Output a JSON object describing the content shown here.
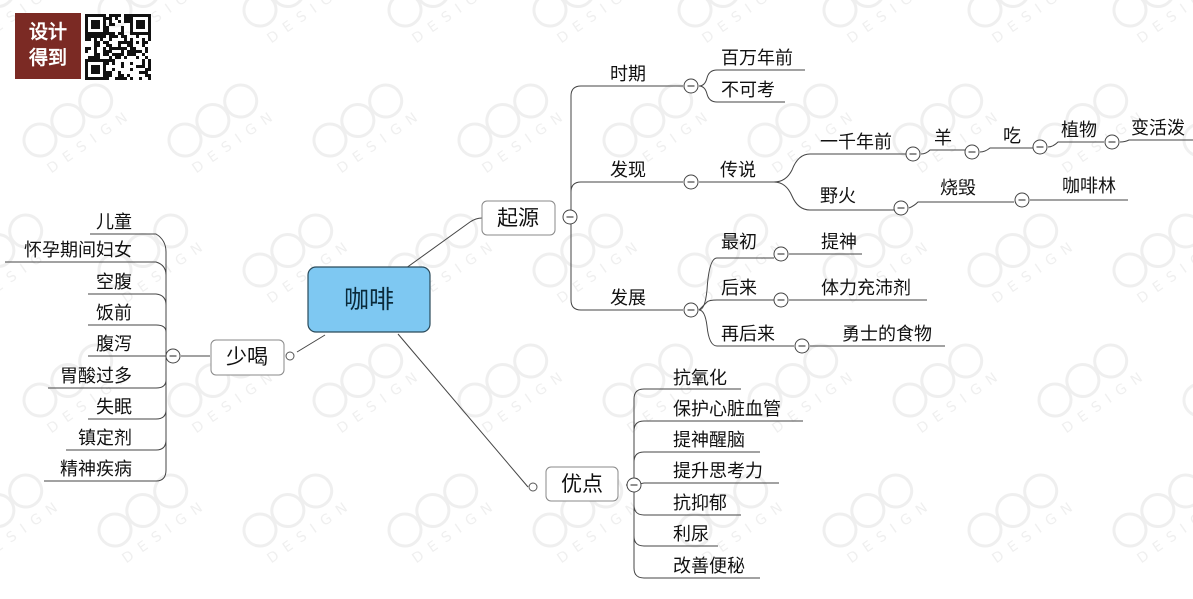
{
  "brand": {
    "line1": "设计",
    "line2": "得到"
  },
  "center": {
    "label": "咖啡",
    "color": "#7ec8f2"
  },
  "origin": {
    "label": "起源",
    "period": {
      "label": "时期",
      "items": [
        "百万年前",
        "不可考"
      ]
    },
    "discovery": {
      "label": "发现",
      "legend": "传说",
      "story1": [
        "一千年前",
        "羊",
        "吃",
        "植物",
        "变活泼"
      ],
      "story2": [
        "野火",
        "烧毁",
        "咖啡林"
      ]
    },
    "development": {
      "label": "发展",
      "stages": [
        {
          "when": "最初",
          "what": "提神"
        },
        {
          "when": "后来",
          "what": "体力充沛剂"
        },
        {
          "when": "再后来",
          "what": "勇士的食物"
        }
      ]
    }
  },
  "benefits": {
    "label": "优点",
    "items": [
      "抗氧化",
      "保护心脏血管",
      "提神醒脑",
      "提升思考力",
      "抗抑郁",
      "利尿",
      "改善便秘"
    ]
  },
  "drink_less": {
    "label": "少喝",
    "items": [
      "儿童",
      "怀孕期间妇女",
      "空腹",
      "饭前",
      "腹泻",
      "胃酸过多",
      "失眠",
      "镇定剂",
      "精神疾病"
    ]
  },
  "watermark": "DESIGN",
  "collapse_symbol": "−"
}
